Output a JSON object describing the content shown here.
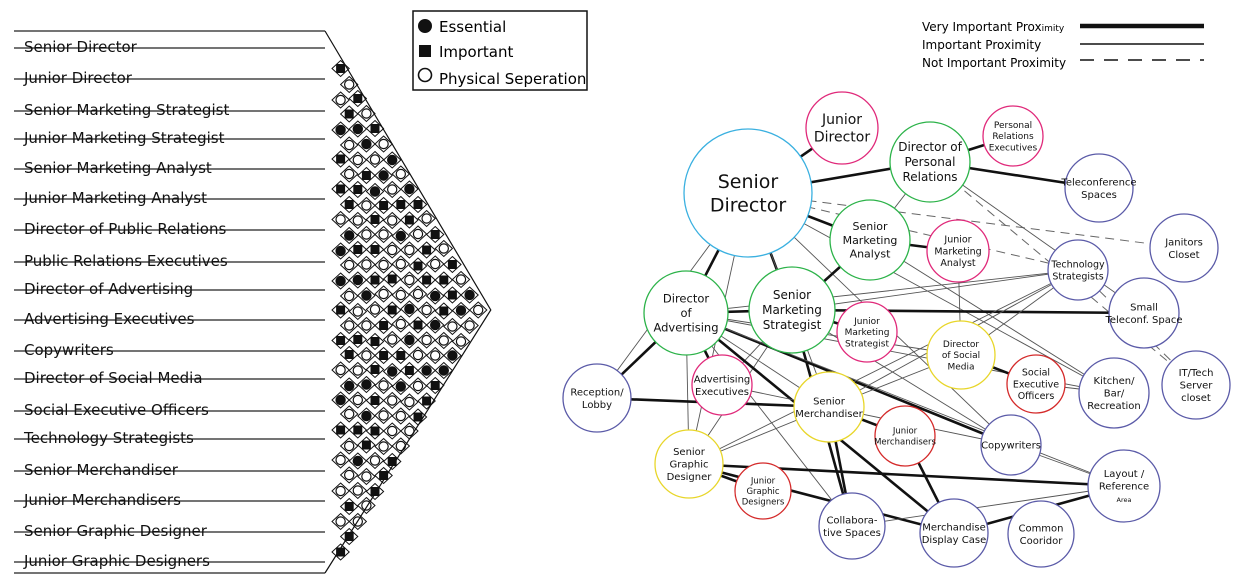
{
  "roles": [
    "Senior Director",
    "Junior Director",
    "Senior Marketing Strategist",
    "Junior Marketing Strategist",
    "Senior Marketing Analyst",
    "Junior Marketing Analyst",
    "Director of Public Relations",
    "Public Relations Executives",
    "Director of Advertising",
    "Advertising Executives",
    "Copywriters",
    "Director of Social Media",
    "Social Executive Officers",
    "Technology Strategists",
    "Senior Merchandiser",
    "Junior Merchandisers",
    "Senior Graphic Designer",
    "Junior Graphic Designers"
  ],
  "legend": {
    "essential": "Essential",
    "important": "Important",
    "physical": "Physical Seperation"
  },
  "proximity_legend": {
    "very_important_main": "Very Important Prox",
    "very_important_small": "imity",
    "important": "Important Proximity",
    "not_important": "Not Important Proximity"
  },
  "nodes": [
    {
      "id": "senior_director",
      "label": [
        "Senior",
        "Director"
      ],
      "color": "#3ab0e0"
    },
    {
      "id": "junior_director",
      "label": [
        "Junior",
        "Director"
      ],
      "color": "#e0297a"
    },
    {
      "id": "dir_personal",
      "label": [
        "Director of",
        "Personal",
        "Relations"
      ],
      "color": "#2db34a"
    },
    {
      "id": "pr_exec",
      "label": [
        "Personal",
        "Relations",
        "Executives"
      ],
      "color": "#e0297a"
    },
    {
      "id": "teleconf",
      "label": [
        "Teleconference",
        "Spaces"
      ],
      "color": "#5b5ba8"
    },
    {
      "id": "janitors",
      "label": [
        "Janitors",
        "Closet"
      ],
      "color": "#5b5ba8"
    },
    {
      "id": "sr_mkt_analyst",
      "label": [
        "Senior",
        "Marketing",
        "Analyst"
      ],
      "color": "#2db34a"
    },
    {
      "id": "jr_mkt_analyst",
      "label": [
        "Junior",
        "Marketing",
        "Analyst"
      ],
      "color": "#e0297a"
    },
    {
      "id": "tech_strat",
      "label": [
        "Technology",
        "Strategists"
      ],
      "color": "#5b5ba8"
    },
    {
      "id": "small_teleconf",
      "label": [
        "Small",
        "Teleconf. Space"
      ],
      "color": "#5b5ba8"
    },
    {
      "id": "dir_adv",
      "label": [
        "Director",
        "of",
        "Advertising"
      ],
      "color": "#2db34a"
    },
    {
      "id": "sr_mkt_strat",
      "label": [
        "Senior",
        "Marketing",
        "Strategist"
      ],
      "color": "#2db34a"
    },
    {
      "id": "jr_mkt_strat",
      "label": [
        "Junior",
        "Marketing",
        "Strategist"
      ],
      "color": "#e0297a"
    },
    {
      "id": "dir_social",
      "label": [
        "Director",
        "of Social",
        "Media"
      ],
      "color": "#e8d62a"
    },
    {
      "id": "social_exec",
      "label": [
        "Social",
        "Executive",
        "Officers"
      ],
      "color": "#d42a2a"
    },
    {
      "id": "kitchen",
      "label": [
        "Kitchen/",
        "Bar/",
        "Recreation"
      ],
      "color": "#5b5ba8"
    },
    {
      "id": "ittech",
      "label": [
        "IT/Tech",
        "Server",
        "closet"
      ],
      "color": "#5b5ba8"
    },
    {
      "id": "reception",
      "label": [
        "Reception/",
        "Lobby"
      ],
      "color": "#5b5ba8"
    },
    {
      "id": "adv_exec",
      "label": [
        "Advertising",
        "Executives"
      ],
      "color": "#e0297a"
    },
    {
      "id": "sr_merch",
      "label": [
        "Senior",
        "Merchandiser"
      ],
      "color": "#e8d62a"
    },
    {
      "id": "jr_merch",
      "label": [
        "Junior",
        "Merchandisers"
      ],
      "color": "#d42a2a"
    },
    {
      "id": "copywriters",
      "label": [
        "Copywriters"
      ],
      "color": "#5b5ba8"
    },
    {
      "id": "layout_ref",
      "label": [
        "Layout /",
        "Reference",
        "Area"
      ],
      "color": "#5b5ba8"
    },
    {
      "id": "sr_graphic",
      "label": [
        "Senior",
        "Graphic",
        "Designer"
      ],
      "color": "#e8d62a"
    },
    {
      "id": "jr_graphic",
      "label": [
        "Junior",
        "Graphic",
        "Designers"
      ],
      "color": "#d42a2a"
    },
    {
      "id": "collab",
      "label": [
        "Collabora-",
        "tive Spaces"
      ],
      "color": "#5b5ba8"
    },
    {
      "id": "merch_display",
      "label": [
        "Merchandise",
        "Display Case"
      ],
      "color": "#5b5ba8"
    },
    {
      "id": "common",
      "label": [
        "Common",
        "Cooridor"
      ],
      "color": "#5b5ba8"
    }
  ],
  "edges": [
    {
      "from": "senior_director",
      "to": "junior_director",
      "type": "very"
    },
    {
      "from": "senior_director",
      "to": "dir_personal",
      "type": "very"
    },
    {
      "from": "senior_director",
      "to": "sr_mkt_analyst",
      "type": "very"
    },
    {
      "from": "senior_director",
      "to": "sr_mkt_strat",
      "type": "very"
    },
    {
      "from": "senior_director",
      "to": "dir_adv",
      "type": "very"
    },
    {
      "from": "senior_director",
      "to": "reception",
      "type": "important"
    },
    {
      "from": "senior_director",
      "to": "tech_strat",
      "type": "not"
    },
    {
      "from": "senior_director",
      "to": "janitors",
      "type": "not"
    },
    {
      "from": "senior_director",
      "to": "kitchen",
      "type": "important"
    },
    {
      "from": "senior_director",
      "to": "sr_merch",
      "type": "important"
    },
    {
      "from": "senior_director",
      "to": "copywriters",
      "type": "important"
    },
    {
      "from": "senior_director",
      "to": "sr_graphic",
      "type": "important"
    },
    {
      "from": "dir_personal",
      "to": "pr_exec",
      "type": "very"
    },
    {
      "from": "dir_personal",
      "to": "teleconf",
      "type": "very"
    },
    {
      "from": "dir_personal",
      "to": "small_teleconf",
      "type": "important"
    },
    {
      "from": "dir_personal",
      "to": "ittech",
      "type": "not"
    },
    {
      "from": "dir_personal",
      "to": "sr_mkt_analyst",
      "type": "important"
    },
    {
      "from": "sr_mkt_analyst",
      "to": "jr_mkt_analyst",
      "type": "very"
    },
    {
      "from": "sr_mkt_analyst",
      "to": "sr_mkt_strat",
      "type": "very"
    },
    {
      "from": "sr_mkt_analyst",
      "to": "kitchen",
      "type": "important"
    },
    {
      "from": "jr_mkt_analyst",
      "to": "dir_social",
      "type": "important"
    },
    {
      "from": "sr_mkt_strat",
      "to": "jr_mkt_strat",
      "type": "very"
    },
    {
      "from": "sr_mkt_strat",
      "to": "dir_adv",
      "type": "very"
    },
    {
      "from": "sr_mkt_strat",
      "to": "small_teleconf",
      "type": "very"
    },
    {
      "from": "sr_mkt_strat",
      "to": "tech_strat",
      "type": "important"
    },
    {
      "from": "sr_mkt_strat",
      "to": "collab",
      "type": "very"
    },
    {
      "from": "sr_mkt_strat",
      "to": "adv_exec",
      "type": "important"
    },
    {
      "from": "sr_mkt_strat",
      "to": "copywriters",
      "type": "important"
    },
    {
      "from": "sr_mkt_strat",
      "to": "sr_graphic",
      "type": "important"
    },
    {
      "from": "dir_adv",
      "to": "reception",
      "type": "very"
    },
    {
      "from": "dir_adv",
      "to": "adv_exec",
      "type": "very"
    },
    {
      "from": "dir_adv",
      "to": "dir_social",
      "type": "important"
    },
    {
      "from": "dir_adv",
      "to": "tech_strat",
      "type": "important"
    },
    {
      "from": "dir_adv",
      "to": "sr_merch",
      "type": "important"
    },
    {
      "from": "dir_adv",
      "to": "kitchen",
      "type": "important"
    },
    {
      "from": "dir_adv",
      "to": "copywriters",
      "type": "very"
    },
    {
      "from": "dir_adv",
      "to": "sr_graphic",
      "type": "important"
    },
    {
      "from": "dir_adv",
      "to": "collab",
      "type": "important"
    },
    {
      "from": "dir_adv",
      "to": "merch_display",
      "type": "very"
    },
    {
      "from": "dir_adv",
      "to": "layout_ref",
      "type": "important"
    },
    {
      "from": "dir_social",
      "to": "social_exec",
      "type": "very"
    },
    {
      "from": "dir_social",
      "to": "tech_strat",
      "type": "important"
    },
    {
      "from": "dir_social",
      "to": "sr_merch",
      "type": "important"
    },
    {
      "from": "tech_strat",
      "to": "ittech",
      "type": "not"
    },
    {
      "from": "tech_strat",
      "to": "sr_merch",
      "type": "important"
    },
    {
      "from": "reception",
      "to": "sr_merch",
      "type": "very"
    },
    {
      "from": "sr_merch",
      "to": "jr_merch",
      "type": "very"
    },
    {
      "from": "sr_merch",
      "to": "collab",
      "type": "very"
    },
    {
      "from": "sr_merch",
      "to": "sr_graphic",
      "type": "important"
    },
    {
      "from": "jr_merch",
      "to": "merch_display",
      "type": "very"
    },
    {
      "from": "sr_graphic",
      "to": "jr_graphic",
      "type": "very"
    },
    {
      "from": "sr_graphic",
      "to": "layout_ref",
      "type": "very"
    },
    {
      "from": "sr_graphic",
      "to": "merch_display",
      "type": "very"
    },
    {
      "from": "sr_graphic",
      "to": "tech_strat",
      "type": "important"
    },
    {
      "from": "collab",
      "to": "layout_ref",
      "type": "important"
    },
    {
      "from": "merch_display",
      "to": "layout_ref",
      "type": "very"
    },
    {
      "from": "copywriters",
      "to": "layout_ref",
      "type": "important"
    },
    {
      "from": "social_exec",
      "to": "kitchen",
      "type": "important"
    },
    {
      "from": "adv_exec",
      "to": "copywriters",
      "type": "important"
    }
  ]
}
